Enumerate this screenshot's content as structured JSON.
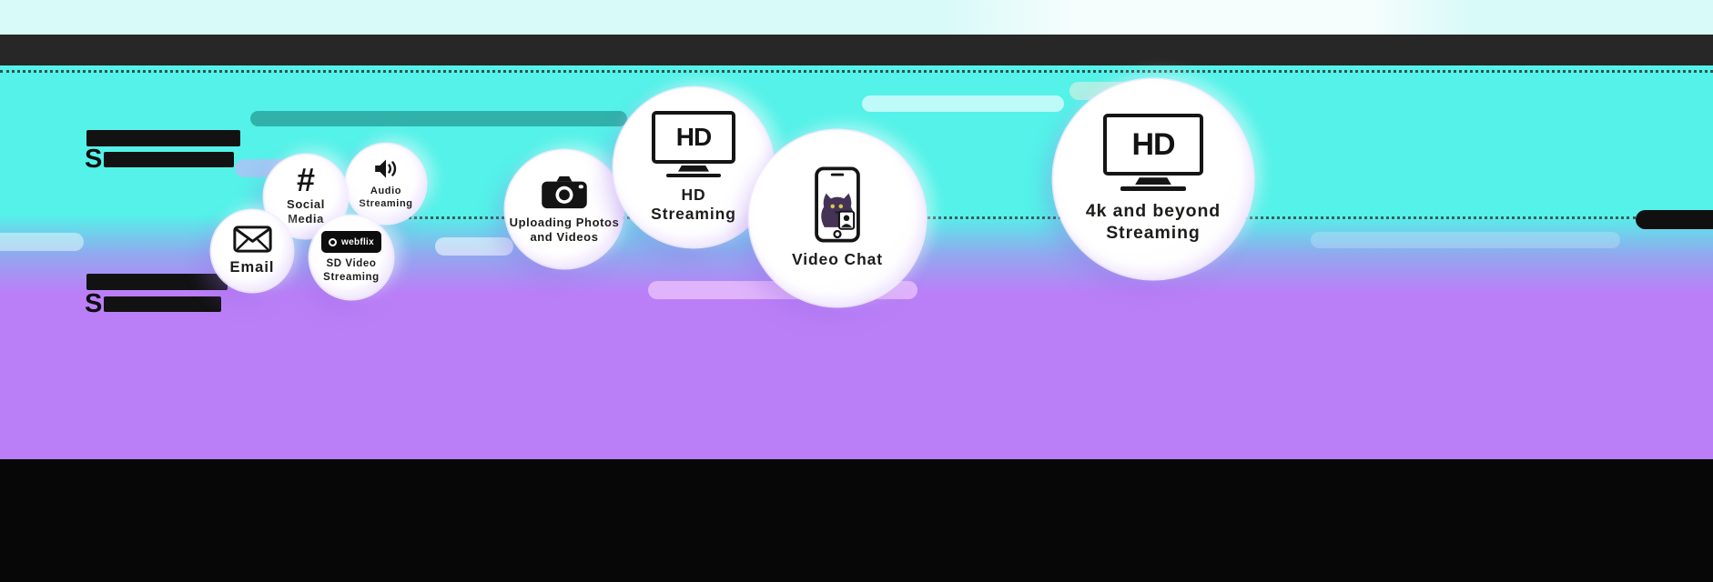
{
  "colors": {
    "cyan": "#54F2E9",
    "purple": "#BA7FF7",
    "pale_cyan_strip": "#D8FAF8",
    "teal_streak": "#26A098",
    "top_bar": "#272727",
    "bottom_bar": "#070707",
    "ink": "#141414"
  },
  "headings": {
    "top": {
      "initial": "S"
    },
    "bottom": {
      "initial": "S"
    }
  },
  "bubbles": [
    {
      "id": "email",
      "icon": "envelope-icon",
      "label1": "Email"
    },
    {
      "id": "social-media",
      "icon": "hashtag-icon",
      "icon_glyph": "#",
      "label1": "Social",
      "label2": "Media"
    },
    {
      "id": "audio-streaming",
      "icon": "speaker-icon",
      "label1": "Audio",
      "label2": "Streaming"
    },
    {
      "id": "sd-video-streaming",
      "icon": "webflix-badge",
      "badge_text": "webflix",
      "label1": "SD Video",
      "label2": "Streaming"
    },
    {
      "id": "uploading-photos-and-videos",
      "icon": "camera-icon",
      "label1": "Uploading Photos",
      "label2": "and Videos"
    },
    {
      "id": "hd-streaming",
      "icon": "hd-tv-icon",
      "tv_label": "HD",
      "label1": "HD",
      "label2": "Streaming"
    },
    {
      "id": "video-chat",
      "icon": "smartphone-video-call-icon",
      "label1": "Video Chat"
    },
    {
      "id": "4k-and-beyond-streaming",
      "icon": "hd-tv-icon",
      "tv_label": "HD",
      "label1": "4k and beyond",
      "label2": "Streaming"
    }
  ]
}
